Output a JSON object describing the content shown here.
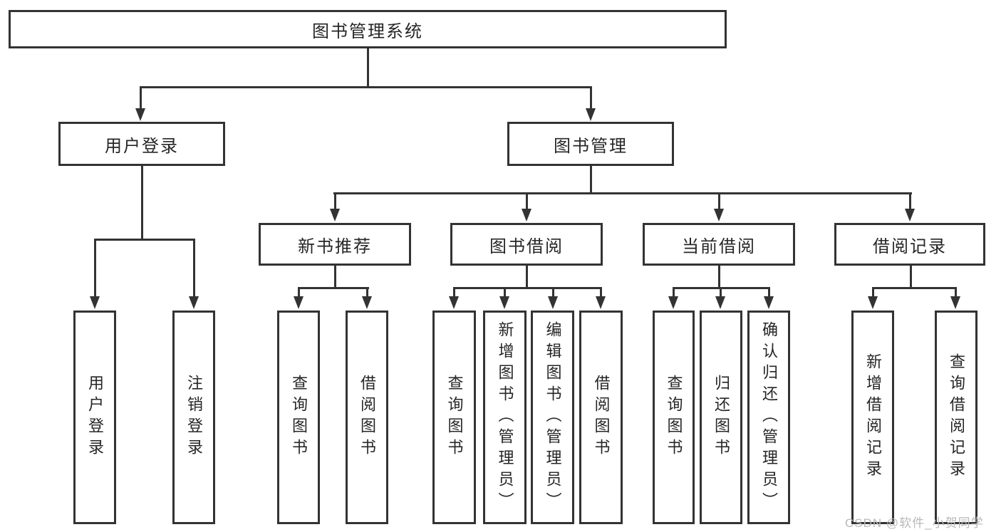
{
  "tree": {
    "label": "图书管理系统",
    "children": [
      {
        "label": "用户登录",
        "children": [
          {
            "label": "用户登录"
          },
          {
            "label": "注销登录"
          }
        ]
      },
      {
        "label": "图书管理",
        "children": [
          {
            "label": "新书推荐",
            "children": [
              {
                "label": "查询图书"
              },
              {
                "label": "借阅图书"
              }
            ]
          },
          {
            "label": "图书借阅",
            "children": [
              {
                "label": "查询图书"
              },
              {
                "label": "新增图书（管理员）"
              },
              {
                "label": "编辑图书（管理员）"
              },
              {
                "label": "借阅图书"
              }
            ]
          },
          {
            "label": "当前借阅",
            "children": [
              {
                "label": "查询图书"
              },
              {
                "label": "归还图书"
              },
              {
                "label": "确认归还（管理员）"
              }
            ]
          },
          {
            "label": "借阅记录",
            "children": [
              {
                "label": "新增借阅记录"
              },
              {
                "label": "查询借阅记录"
              }
            ]
          }
        ]
      }
    ]
  },
  "watermark": "CSDN @软件_小贺同学",
  "colors": {
    "line": "#333333",
    "text": "#262626",
    "wm": "#b9b9b9",
    "bg": "#ffffff"
  }
}
